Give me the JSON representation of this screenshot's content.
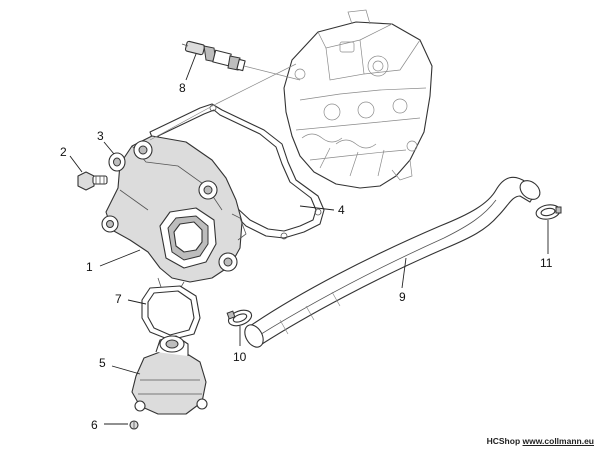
{
  "diagram": {
    "callouts": {
      "c1": "1",
      "c2": "2",
      "c3": "3",
      "c4": "4",
      "c5": "5",
      "c6": "6",
      "c7": "7",
      "c8": "8",
      "c9": "9",
      "c10": "10",
      "c11": "11"
    }
  },
  "watermark": {
    "brand": "HCShop",
    "site": "www.collmann.eu"
  }
}
